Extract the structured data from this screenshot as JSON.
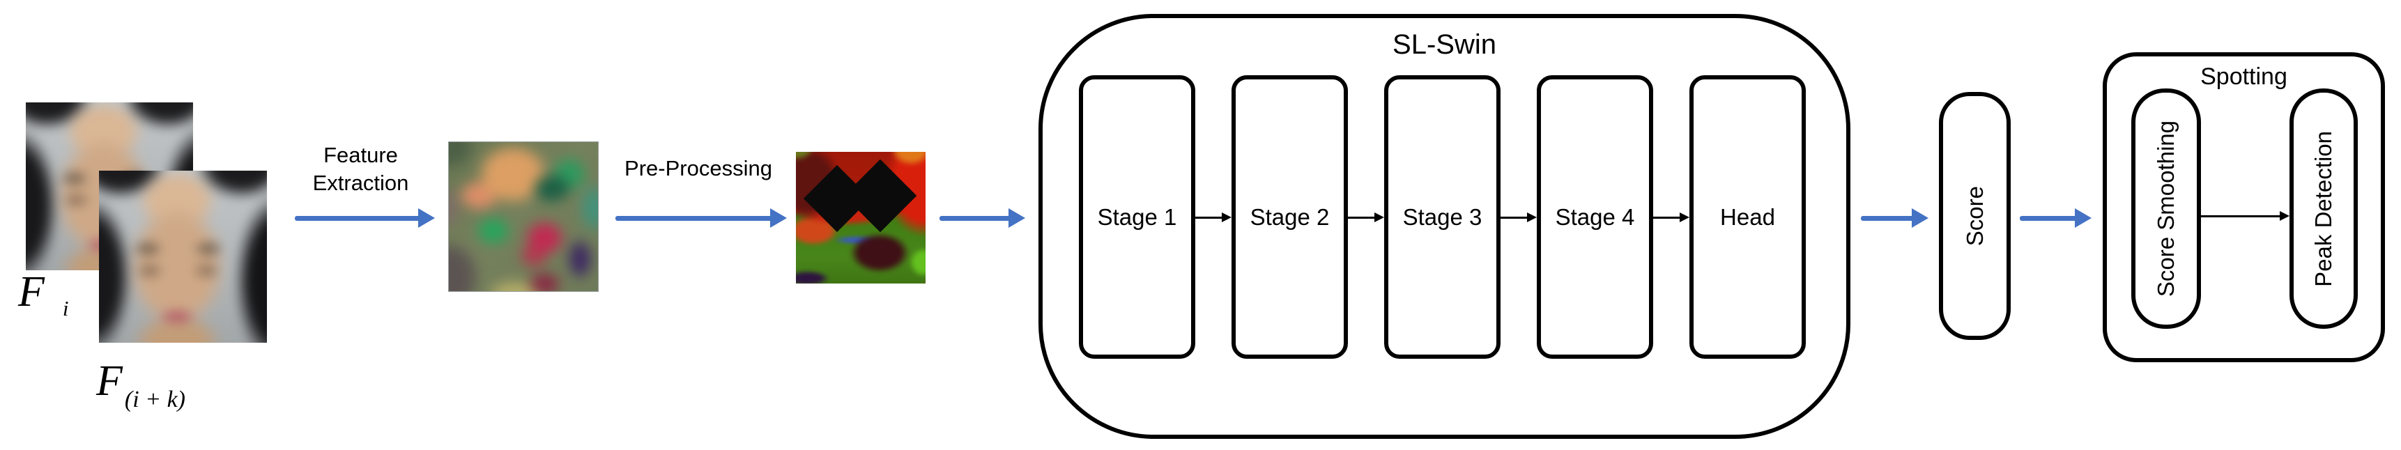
{
  "colors": {
    "arrow_blue": "#4472C4",
    "outline": "#000000"
  },
  "inputs": {
    "frame_top": {
      "base": "F",
      "sub": "i",
      "alt": "blurred face frame i"
    },
    "frame_bottom": {
      "base": "F",
      "sub": "(i + k)",
      "alt": "blurred face frame i+k"
    }
  },
  "images": {
    "optical_flow_alt": "optical flow feature image",
    "preprocessed_alt": "pre-processed flow image with masked eye regions"
  },
  "process_labels": {
    "feature_extraction": {
      "line1": "Feature",
      "line2": "Extraction"
    },
    "pre_processing": "Pre-Processing"
  },
  "sl_swin": {
    "title": "SL-Swin",
    "stages": [
      {
        "label": "Stage 1"
      },
      {
        "label": "Stage 2"
      },
      {
        "label": "Stage 3"
      },
      {
        "label": "Stage 4"
      },
      {
        "label": "Head"
      }
    ]
  },
  "score": {
    "label": "Score"
  },
  "spotting": {
    "title": "Spotting",
    "steps": [
      {
        "label": "Score Smoothing"
      },
      {
        "label": "Peak Detection"
      }
    ]
  }
}
